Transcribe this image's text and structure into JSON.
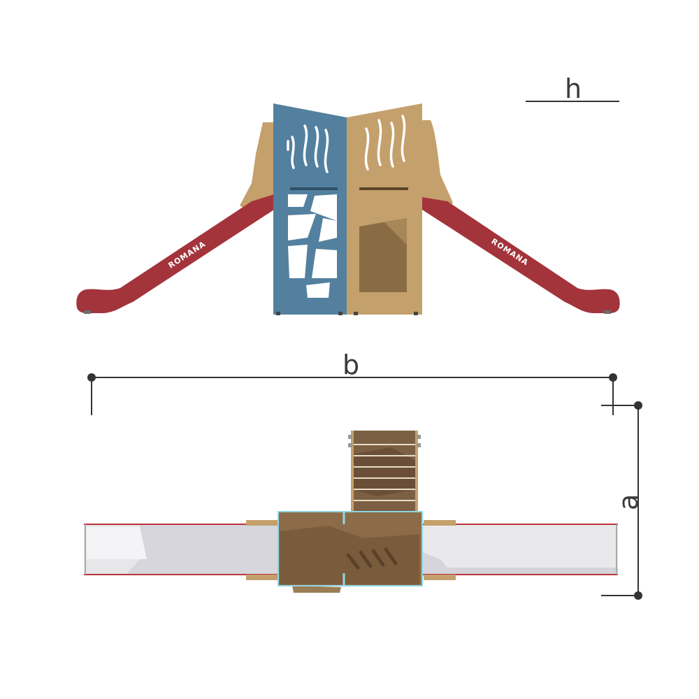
{
  "dimensions": {
    "height_label": "h",
    "width_label": "b",
    "depth_label": "a"
  },
  "brand": {
    "left_slide_text": "ROMANA",
    "right_slide_text": "ROMANA"
  },
  "colors": {
    "slide_red": "#a3343b",
    "panel_blue": "#53809f",
    "wood_tan": "#c4a06c",
    "wood_shadow": "#8a6c44",
    "dimension_line": "#333333"
  }
}
